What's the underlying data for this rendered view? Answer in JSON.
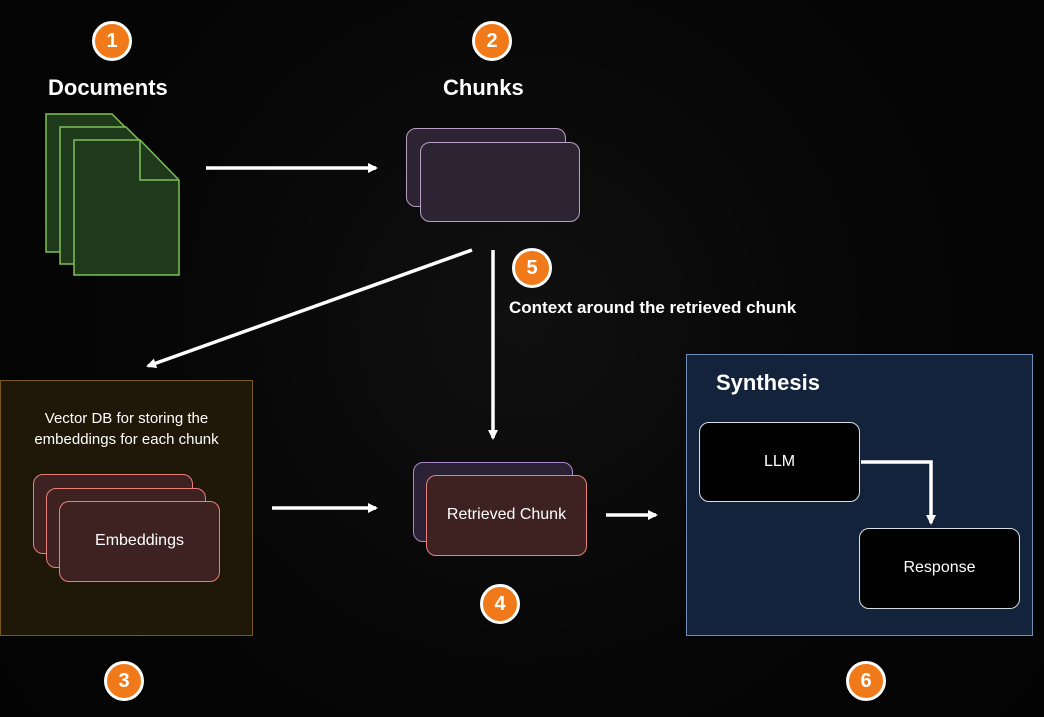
{
  "badges": [
    "1",
    "2",
    "3",
    "4",
    "5",
    "6"
  ],
  "headings": {
    "documents": "Documents",
    "chunks": "Chunks",
    "synthesis": "Synthesis"
  },
  "context_label": "Context around the retrieved chunk",
  "vector_db": {
    "caption_line1": "Vector DB for storing the",
    "caption_line2": "embeddings for each chunk",
    "embeddings_label": "Embeddings"
  },
  "retrieved_chunk_label": "Retrieved Chunk",
  "synthesis": {
    "llm_label": "LLM",
    "response_label": "Response"
  },
  "colors": {
    "badge": "#f07a1a",
    "document_fill": "#1f3a1a",
    "document_stroke": "#7fbf5a",
    "chunk_stroke": "#b89fc3",
    "embedding_stroke": "#e87f78",
    "vector_db_border": "#7a5a1a",
    "synthesis_fill": "#13233c",
    "synthesis_border": "#6f8fb8"
  }
}
